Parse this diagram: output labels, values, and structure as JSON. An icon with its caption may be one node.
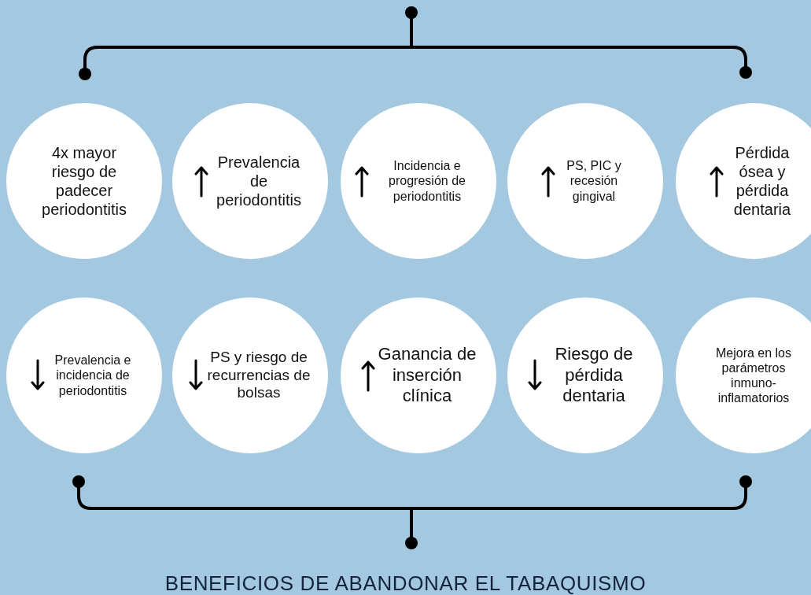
{
  "diagram": {
    "title": "BENEFICIOS DE ABANDONAR EL TABAQUISMO",
    "nodes": [
      {
        "text": [
          "4x mayor riesgo de padecer periodontitis"
        ]
      },
      {
        "text": [
          "Prevalencia de periodontitis"
        ]
      },
      {
        "text": [
          "Incidencia e progresión de periodontitis"
        ]
      },
      {
        "text": [
          "PS, PIC y recesión gingival"
        ]
      },
      {
        "text": [
          "Pérdida ósea y pérdida dentaria"
        ]
      },
      {
        "text": [
          "Prevalencia e incidencia de periodontitis"
        ]
      },
      {
        "text": [
          "PS y riesgo de recurrencias de bolsas"
        ]
      },
      {
        "text": [
          "Ganancia de inserción clínica"
        ]
      },
      {
        "text": [
          "Riesgo de pérdida dentaria"
        ]
      },
      {
        "text": [
          "Mejora en los parámetros inmuno-inflamatorios"
        ]
      }
    ]
  }
}
